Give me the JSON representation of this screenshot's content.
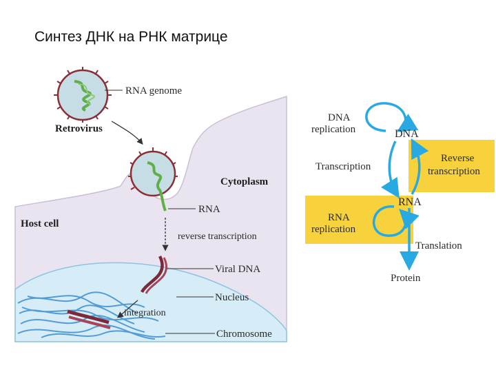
{
  "title": "Синтез ДНК на РНК матрице",
  "left_panel": {
    "labels": {
      "rna_genome": "RNA genome",
      "retrovirus": "Retrovirus",
      "cytoplasm": "Cytoplasm",
      "rna": "RNA",
      "host_cell": "Host cell",
      "reverse_transcription": "reverse transcription",
      "viral_dna": "Viral DNA",
      "nucleus": "Nucleus",
      "integration": "integration",
      "chromosome": "Chromosome"
    }
  },
  "right_panel": {
    "labels": {
      "dna_replication_1": "DNA",
      "dna_replication_2": "replication",
      "dna": "DNA",
      "transcription": "Transcription",
      "reverse_transcription_1": "Reverse",
      "reverse_transcription_2": "transcription",
      "rna": "RNA",
      "rna_replication_1": "RNA",
      "rna_replication_2": "replication",
      "translation": "Translation",
      "protein": "Protein"
    },
    "colors": {
      "highlight": "#f7d23c",
      "arrow": "#29a9e1"
    }
  },
  "colors": {
    "cell": "#e7e1ec",
    "virus": "#c8dde4",
    "virus_spike": "#8a2e36",
    "rna": "#5fae4a",
    "dna": "#7b2a3a",
    "chromosome": "#3b8fd0"
  }
}
